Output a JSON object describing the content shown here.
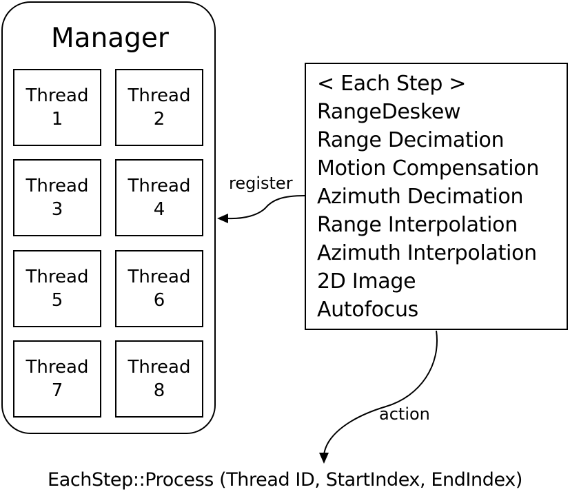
{
  "manager": {
    "title": "Manager",
    "threads": [
      {
        "word": "Thread",
        "number": "1"
      },
      {
        "word": "Thread",
        "number": "2"
      },
      {
        "word": "Thread",
        "number": "3"
      },
      {
        "word": "Thread",
        "number": "4"
      },
      {
        "word": "Thread",
        "number": "5"
      },
      {
        "word": "Thread",
        "number": "6"
      },
      {
        "word": "Thread",
        "number": "7"
      },
      {
        "word": "Thread",
        "number": "8"
      }
    ]
  },
  "steps": {
    "header": "< Each Step >",
    "items": [
      "RangeDeskew",
      "Range Decimation",
      "Motion Compensation",
      "Azimuth Decimation",
      "Range Interpolation",
      "Azimuth Interpolation",
      "2D Image",
      "Autofocus"
    ]
  },
  "connectors": {
    "register_label": "register",
    "action_label": "action"
  },
  "process_call": "EachStep::Process (Thread ID, StartIndex, EndIndex)"
}
